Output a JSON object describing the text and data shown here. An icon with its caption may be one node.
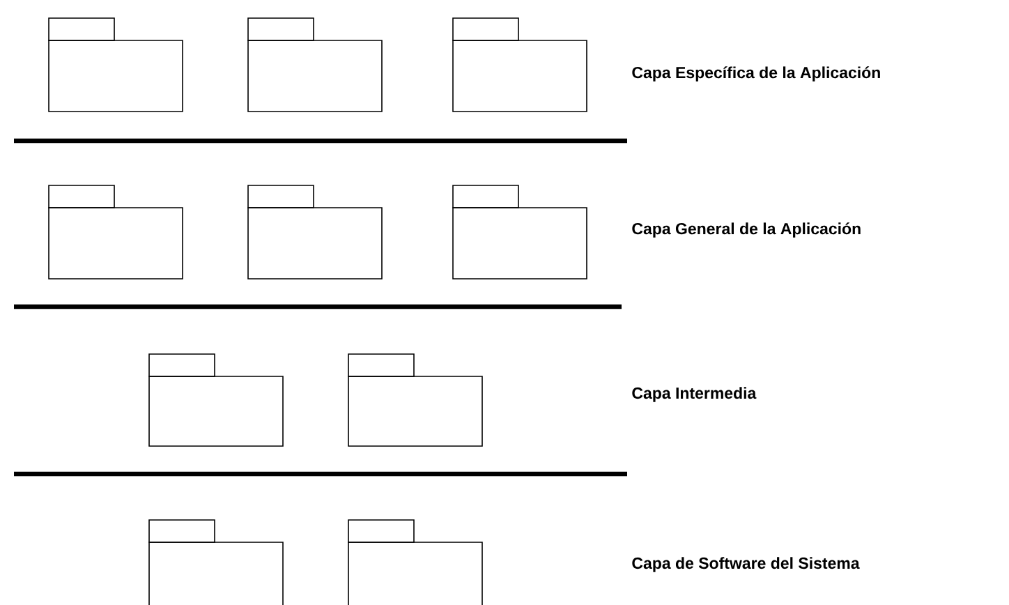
{
  "diagram": {
    "nodes": [
      {
        "text": [],
        "shape": "folder"
      },
      {
        "text": [],
        "shape": "folder"
      },
      {
        "text": [],
        "shape": "folder"
      },
      {
        "text": [],
        "shape": "folder"
      },
      {
        "text": [],
        "shape": "folder"
      },
      {
        "text": [],
        "shape": "folder"
      },
      {
        "text": [],
        "shape": "folder"
      },
      {
        "text": [],
        "shape": "folder"
      },
      {
        "text": [],
        "shape": "folder"
      },
      {
        "text": [],
        "shape": "folder"
      }
    ],
    "labels": [
      "Capa Específica de la Aplicación",
      "Capa General de la Aplicación",
      "Capa Intermedia",
      "Capa de Software del Sistema"
    ]
  }
}
